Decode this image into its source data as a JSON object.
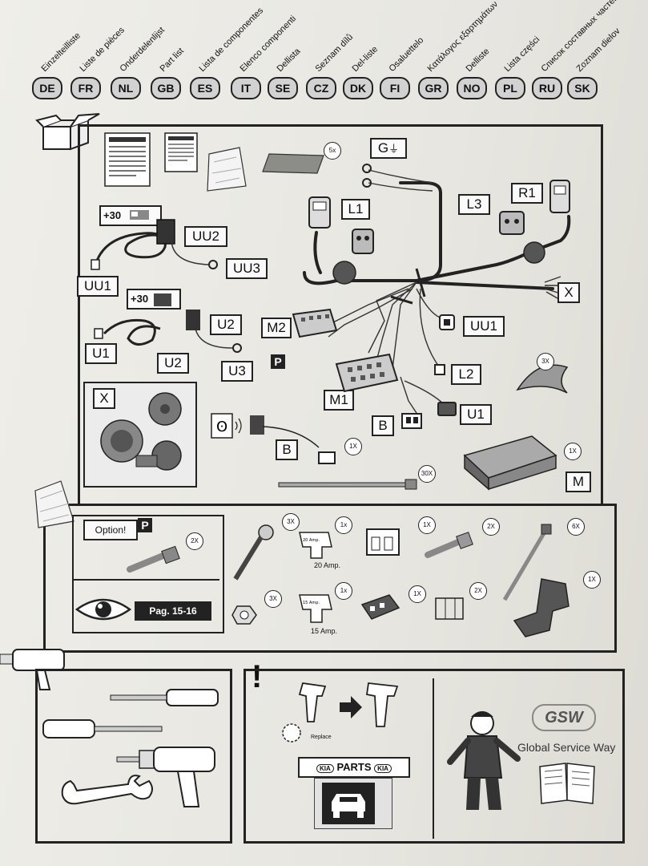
{
  "languages": [
    {
      "code": "DE",
      "label": "Einzelteilliste"
    },
    {
      "code": "FR",
      "label": "Liste de pièces"
    },
    {
      "code": "NL",
      "label": "Onderdelenlijst"
    },
    {
      "code": "GB",
      "label": "Part list"
    },
    {
      "code": "ES",
      "label": "Lista de componentes"
    },
    {
      "code": "IT",
      "label": "Elenco componenti"
    },
    {
      "code": "SE",
      "label": "Dellista"
    },
    {
      "code": "CZ",
      "label": "Seznam dílů"
    },
    {
      "code": "DK",
      "label": "Del-liste"
    },
    {
      "code": "FI",
      "label": "Osaluettelo"
    },
    {
      "code": "GR",
      "label": "Κατάλογος εξαρτημάτων"
    },
    {
      "code": "NO",
      "label": "Delliste"
    },
    {
      "code": "PL",
      "label": "Lista części"
    },
    {
      "code": "RU",
      "label": "Список составных частей"
    },
    {
      "code": "SK",
      "label": "Zoznam dielov"
    }
  ],
  "parts": {
    "sheet_qty": "5x",
    "ground": "G",
    "L1": "L1",
    "L2": "L2",
    "L3": "L3",
    "R1": "R1",
    "X": "X",
    "UU1": "UU1",
    "UU2": "UU2",
    "UU3": "UU3",
    "UU1b": "UU1",
    "plus30a": "+30",
    "plus30b": "+30",
    "U1": "U1",
    "U2": "U2",
    "U3": "U3",
    "U1b": "U1",
    "M": "M",
    "M1": "M1",
    "M2": "M2",
    "P": "P",
    "B": "B",
    "B2": "B",
    "Xsocket": "X",
    "qty_3x": "3X",
    "qty_1x_b": "1X",
    "qty_1x_m": "1X",
    "qty_30x": "30X"
  },
  "options": {
    "option_label": "Option!",
    "P": "P",
    "qty_2x": "2X",
    "page_ref": "Pag. 15-16"
  },
  "accessories": {
    "screw_qty": "3X",
    "fuse20_qty": "1x",
    "fuse20_text": "20 Amp.",
    "fuse20_label": "20 Amp.",
    "conn_qty": "1X",
    "pin_qty": "2X",
    "tie_qty": "6X",
    "nut_qty": "3X",
    "fuse15_qty": "1x",
    "fuse15_text": "15 Amp.",
    "fuse15_label": "15 Amp.",
    "conn2_qty": "1X",
    "clip_qty": "2X",
    "bracket_qty": "1X"
  },
  "bottom": {
    "warning": "!",
    "replace": "Replace",
    "parts_banner": "PARTS",
    "kia": "KIA",
    "gsw": "GSW",
    "gsw_tagline": "Global Service Way"
  }
}
